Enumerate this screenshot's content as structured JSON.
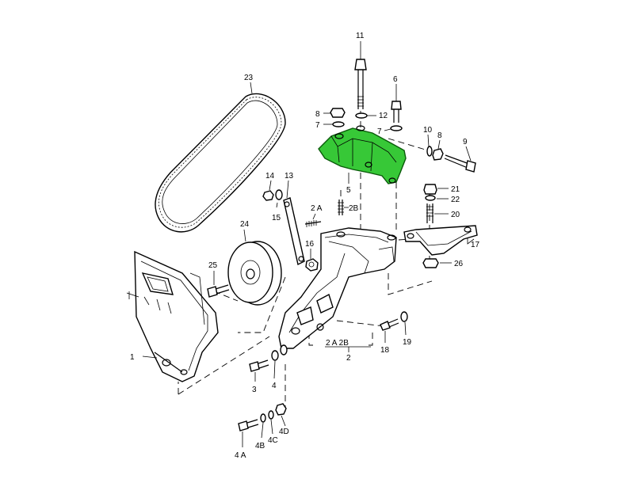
{
  "colors": {
    "highlight": "#37c837",
    "line": "#000000",
    "background": "#ffffff"
  },
  "callouts": {
    "c1": "1",
    "c2": "2",
    "c2a": "2 A",
    "c2b": "2B",
    "c2a2b": "2 A  2B",
    "c3": "3",
    "c4": "4",
    "c4a": "4 A",
    "c4b": "4B",
    "c4c": "4C",
    "c4d": "4D",
    "c5": "5",
    "c6": "6",
    "c7a": "7",
    "c7b": "7",
    "c8a": "8",
    "c8b": "8",
    "c9": "9",
    "c10": "10",
    "c11": "11",
    "c12": "12",
    "c13": "13",
    "c14": "14",
    "c15": "15",
    "c16": "16",
    "c17": "17",
    "c18": "18",
    "c19": "19",
    "c20": "20",
    "c21": "21",
    "c22": "22",
    "c23": "23",
    "c24": "24",
    "c25": "25",
    "c26": "26"
  },
  "highlighted_part": "5"
}
